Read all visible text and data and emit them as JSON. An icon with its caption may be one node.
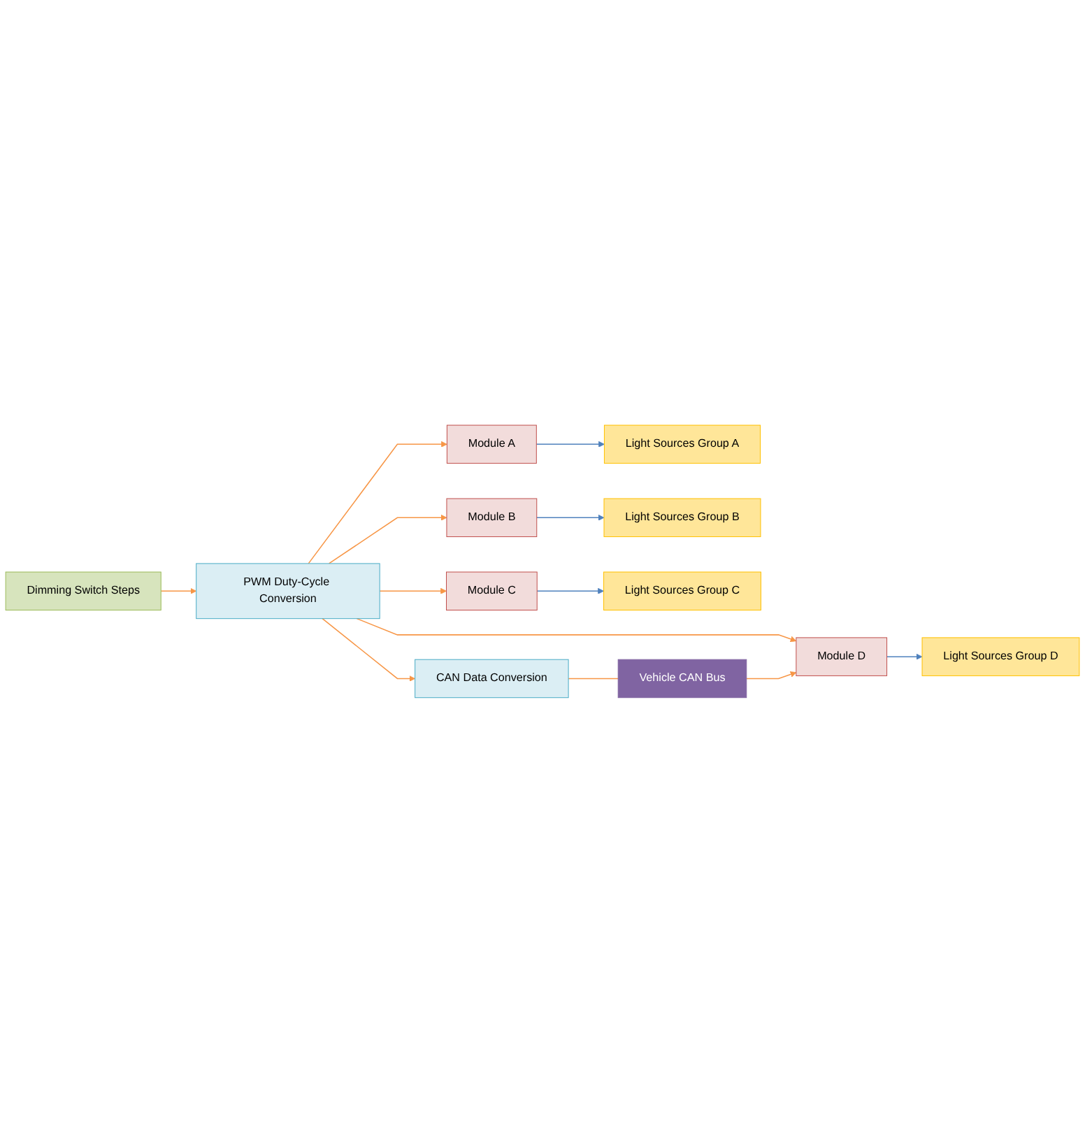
{
  "diagram": {
    "nodes": [
      {
        "text": [
          "Dimming Switch Steps"
        ]
      },
      {
        "text": [
          "CAN Data Conversion"
        ]
      },
      {
        "text": [
          "PWM Duty-Cycle Conversion"
        ]
      },
      {
        "text": [
          "Module A"
        ]
      },
      {
        "text": [
          "Light Sources Group A"
        ]
      },
      {
        "text": [
          "Module B"
        ]
      },
      {
        "text": [
          "Light Sources Group B"
        ]
      },
      {
        "text": [
          "Module C"
        ]
      },
      {
        "text": [
          "Light Sources Group C"
        ]
      },
      {
        "text": [
          "Module D"
        ]
      },
      {
        "text": [
          "Light Sources Group D"
        ]
      },
      {
        "text": [
          "Vehicle CAN Bus"
        ]
      }
    ],
    "edges": [
      {
        "from": 0,
        "to": 2,
        "arrow": "to"
      },
      {
        "from": 2,
        "to": 1,
        "arrow": "to"
      },
      {
        "from": 2,
        "to": 3,
        "arrow": "to"
      },
      {
        "from": 2,
        "to": 5,
        "arrow": "to"
      },
      {
        "from": 2,
        "to": 7,
        "arrow": "to"
      },
      {
        "from": 2,
        "to": 9,
        "arrow": "to"
      },
      {
        "from": 1,
        "to": 11,
        "arrow": "none"
      },
      {
        "from": 11,
        "to": 9,
        "arrow": "to"
      },
      {
        "from": 3,
        "to": 4,
        "arrow": "to",
        "color": "#4f81bd"
      },
      {
        "from": 5,
        "to": 6,
        "arrow": "to",
        "color": "#4f81bd"
      },
      {
        "from": 7,
        "to": 8,
        "arrow": "to",
        "color": "#4f81bd"
      },
      {
        "from": 9,
        "to": 10,
        "arrow": "to",
        "color": "#4f81bd"
      }
    ]
  }
}
